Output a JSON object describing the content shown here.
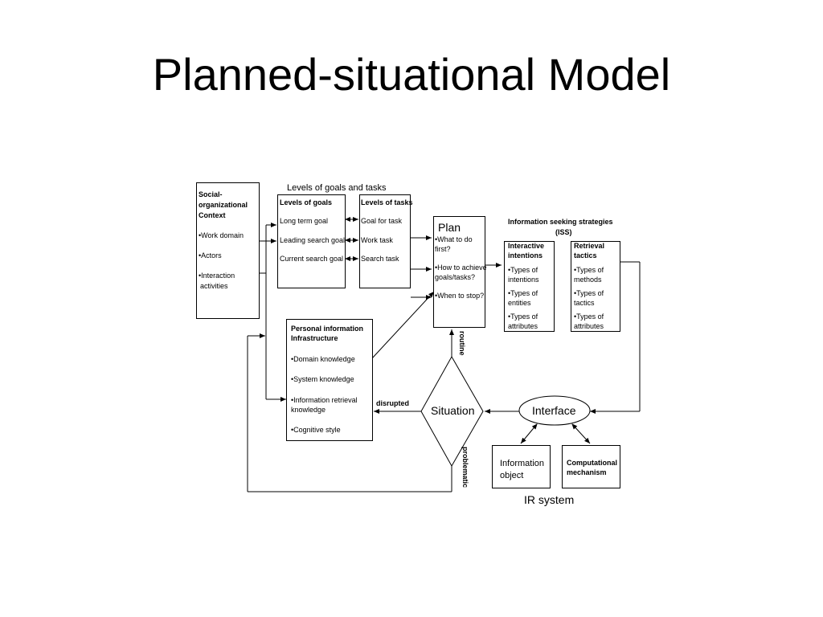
{
  "title": "Planned-situational Model",
  "levels_header": "Levels of goals and tasks",
  "social": {
    "title_line1": "Social-",
    "title_line2": "organizational",
    "title_line3": "Context",
    "item1": "•Work domain",
    "item2": "•Actors",
    "item3_line1": "•Interaction",
    "item3_line2": "activities"
  },
  "goals": {
    "title": "Levels of goals",
    "g1": "Long term goal",
    "g2": "Leading search goal",
    "g3": "Current search goal"
  },
  "tasks": {
    "title": "Levels of tasks",
    "t1": "Goal for task",
    "t2": "Work task",
    "t3": "Search task"
  },
  "plan": {
    "title": "Plan",
    "q1_line1": "•What to do",
    "q1_line2": "first?",
    "q2_line1": "•How to achieve",
    "q2_line2": "goals/tasks?",
    "q3": "•When to stop?"
  },
  "iss": {
    "title_line1": "Information seeking strategies",
    "title_line2": "(ISS)",
    "interactive": {
      "title_line1": "Interactive",
      "title_line2": "intentions",
      "i1_line1": "•Types of",
      "i1_line2": "intentions",
      "i2_line1": "•Types of",
      "i2_line2": "entities",
      "i3_line1": "•Types of",
      "i3_line2": "attributes"
    },
    "retrieval": {
      "title_line1": "Retrieval",
      "title_line2": "tactics",
      "r1_line1": "•Types of",
      "r1_line2": "methods",
      "r2_line1": "•Types of",
      "r2_line2": "tactics",
      "r3_line1": "•Types of",
      "r3_line2": "attributes"
    }
  },
  "pii": {
    "title_line1": "Personal information",
    "title_line2": "Infrastructure",
    "k1": "•Domain knowledge",
    "k2": "•System knowledge",
    "k3_line1": "•Information retrieval",
    "k3_line2": "knowledge",
    "k4": "•Cognitive style"
  },
  "situation": "Situation",
  "interface": "Interface",
  "routine": "routine",
  "disrupted": "disrupted",
  "problematic": "problematic",
  "info_object_line1": "Information",
  "info_object_line2": "object",
  "computational_line1": "Computational",
  "computational_line2": "mechanism",
  "ir_system": "IR system"
}
